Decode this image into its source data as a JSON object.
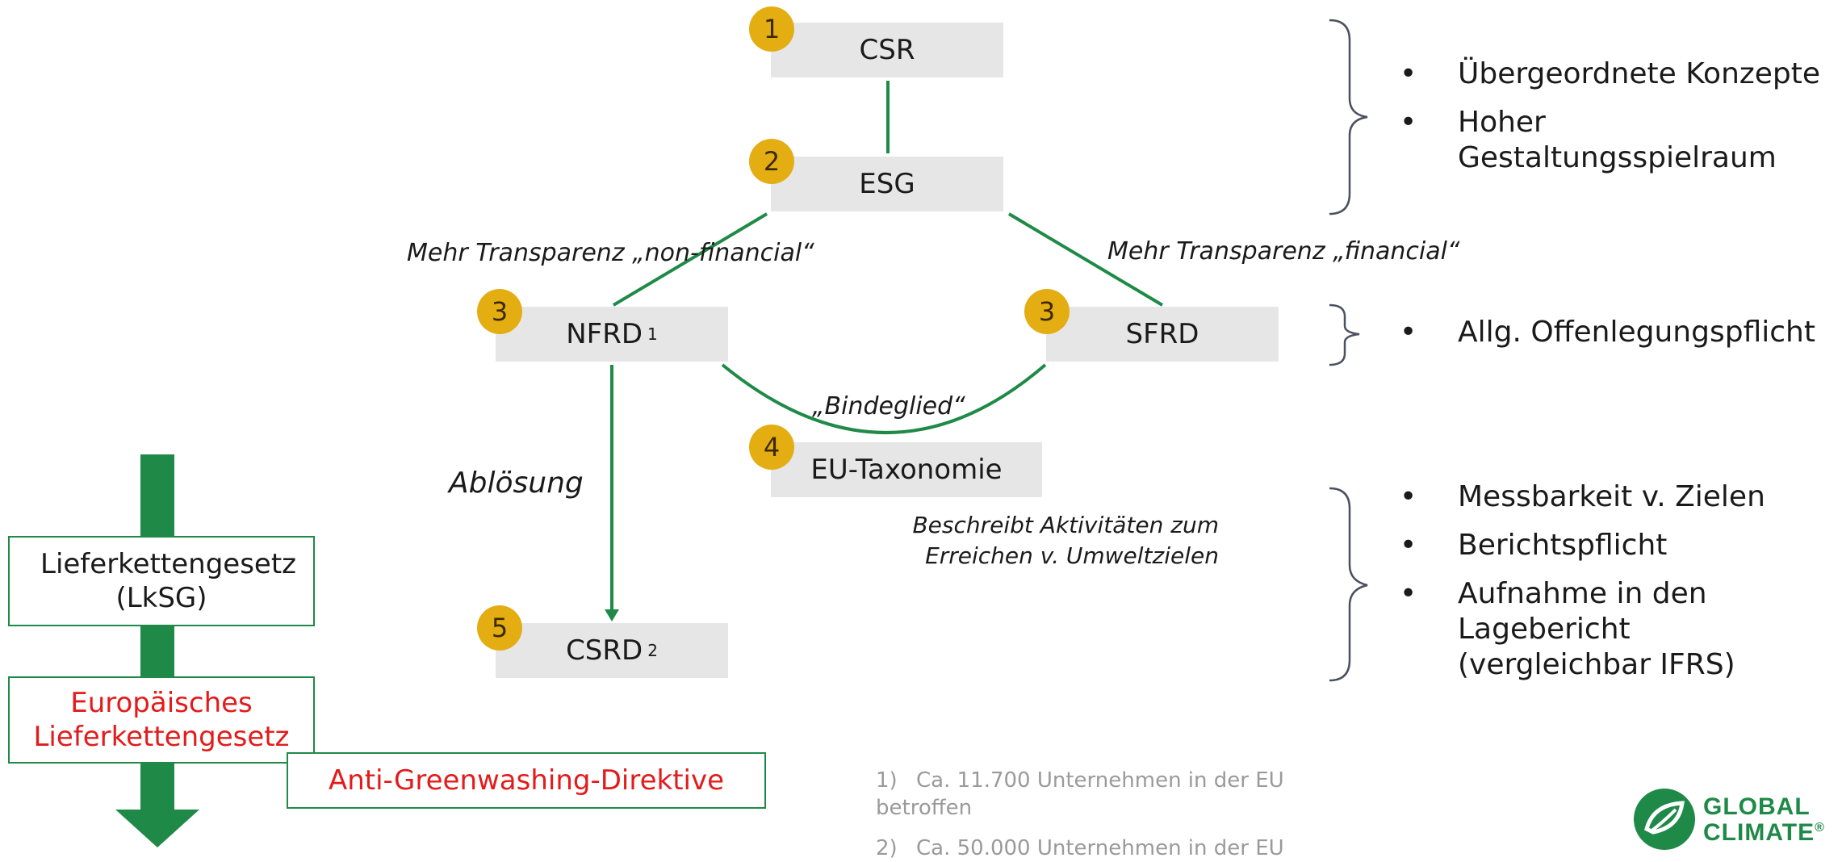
{
  "nodes": {
    "csr": {
      "label": "CSR",
      "badge": "1"
    },
    "esg": {
      "label": "ESG",
      "badge": "2"
    },
    "nfrd": {
      "label": "NFRD",
      "sup": "1",
      "badge": "3"
    },
    "sfrd": {
      "label": "SFRD",
      "badge": "3"
    },
    "taxonomie": {
      "label": "EU-Taxonomie",
      "badge": "4"
    },
    "csrd": {
      "label": "CSRD",
      "sup": "2",
      "badge": "5"
    }
  },
  "edge_labels": {
    "non_financial": "Mehr Transparenz „non-financial“",
    "financial": "Mehr Transparenz „financial“",
    "bindeglied": "„Bindeglied“",
    "abloesung": "Ablösung",
    "taxonomie_desc_1": "Beschreibt Aktivitäten zum",
    "taxonomie_desc_2": "Erreichen v. Umweltzielen"
  },
  "right_groups": {
    "group1": [
      "Übergeordnete Konzepte",
      "Hoher Gestaltungsspielraum"
    ],
    "group2": [
      "Allg. Offenlegungspflicht"
    ],
    "group3": [
      "Messbarkeit v. Zielen",
      "Berichtspflicht",
      "Aufnahme in den Lagebericht (vergleichbar IFRS)"
    ]
  },
  "laws": {
    "lksg": "Lieferkettengesetz (LkSG)",
    "eu_lksg": "Europäisches Lieferkettengesetz",
    "greenwashing": "Anti-Greenwashing-Direktive"
  },
  "footnotes": {
    "n1_num": "1)",
    "n1_text": "Ca. 11.700 Unternehmen in der EU betroffen",
    "n2_num": "2)",
    "n2_text": "Ca. 50.000 Unternehmen in der EU"
  },
  "logo": {
    "line1": "GLOBAL",
    "line2": "CLIMATE",
    "mark": "®"
  },
  "colors": {
    "green": "#1f8a48",
    "badge": "#e4ad12",
    "box": "#e6e6e6",
    "red": "#e31b1b",
    "brace": "#4a5060"
  }
}
